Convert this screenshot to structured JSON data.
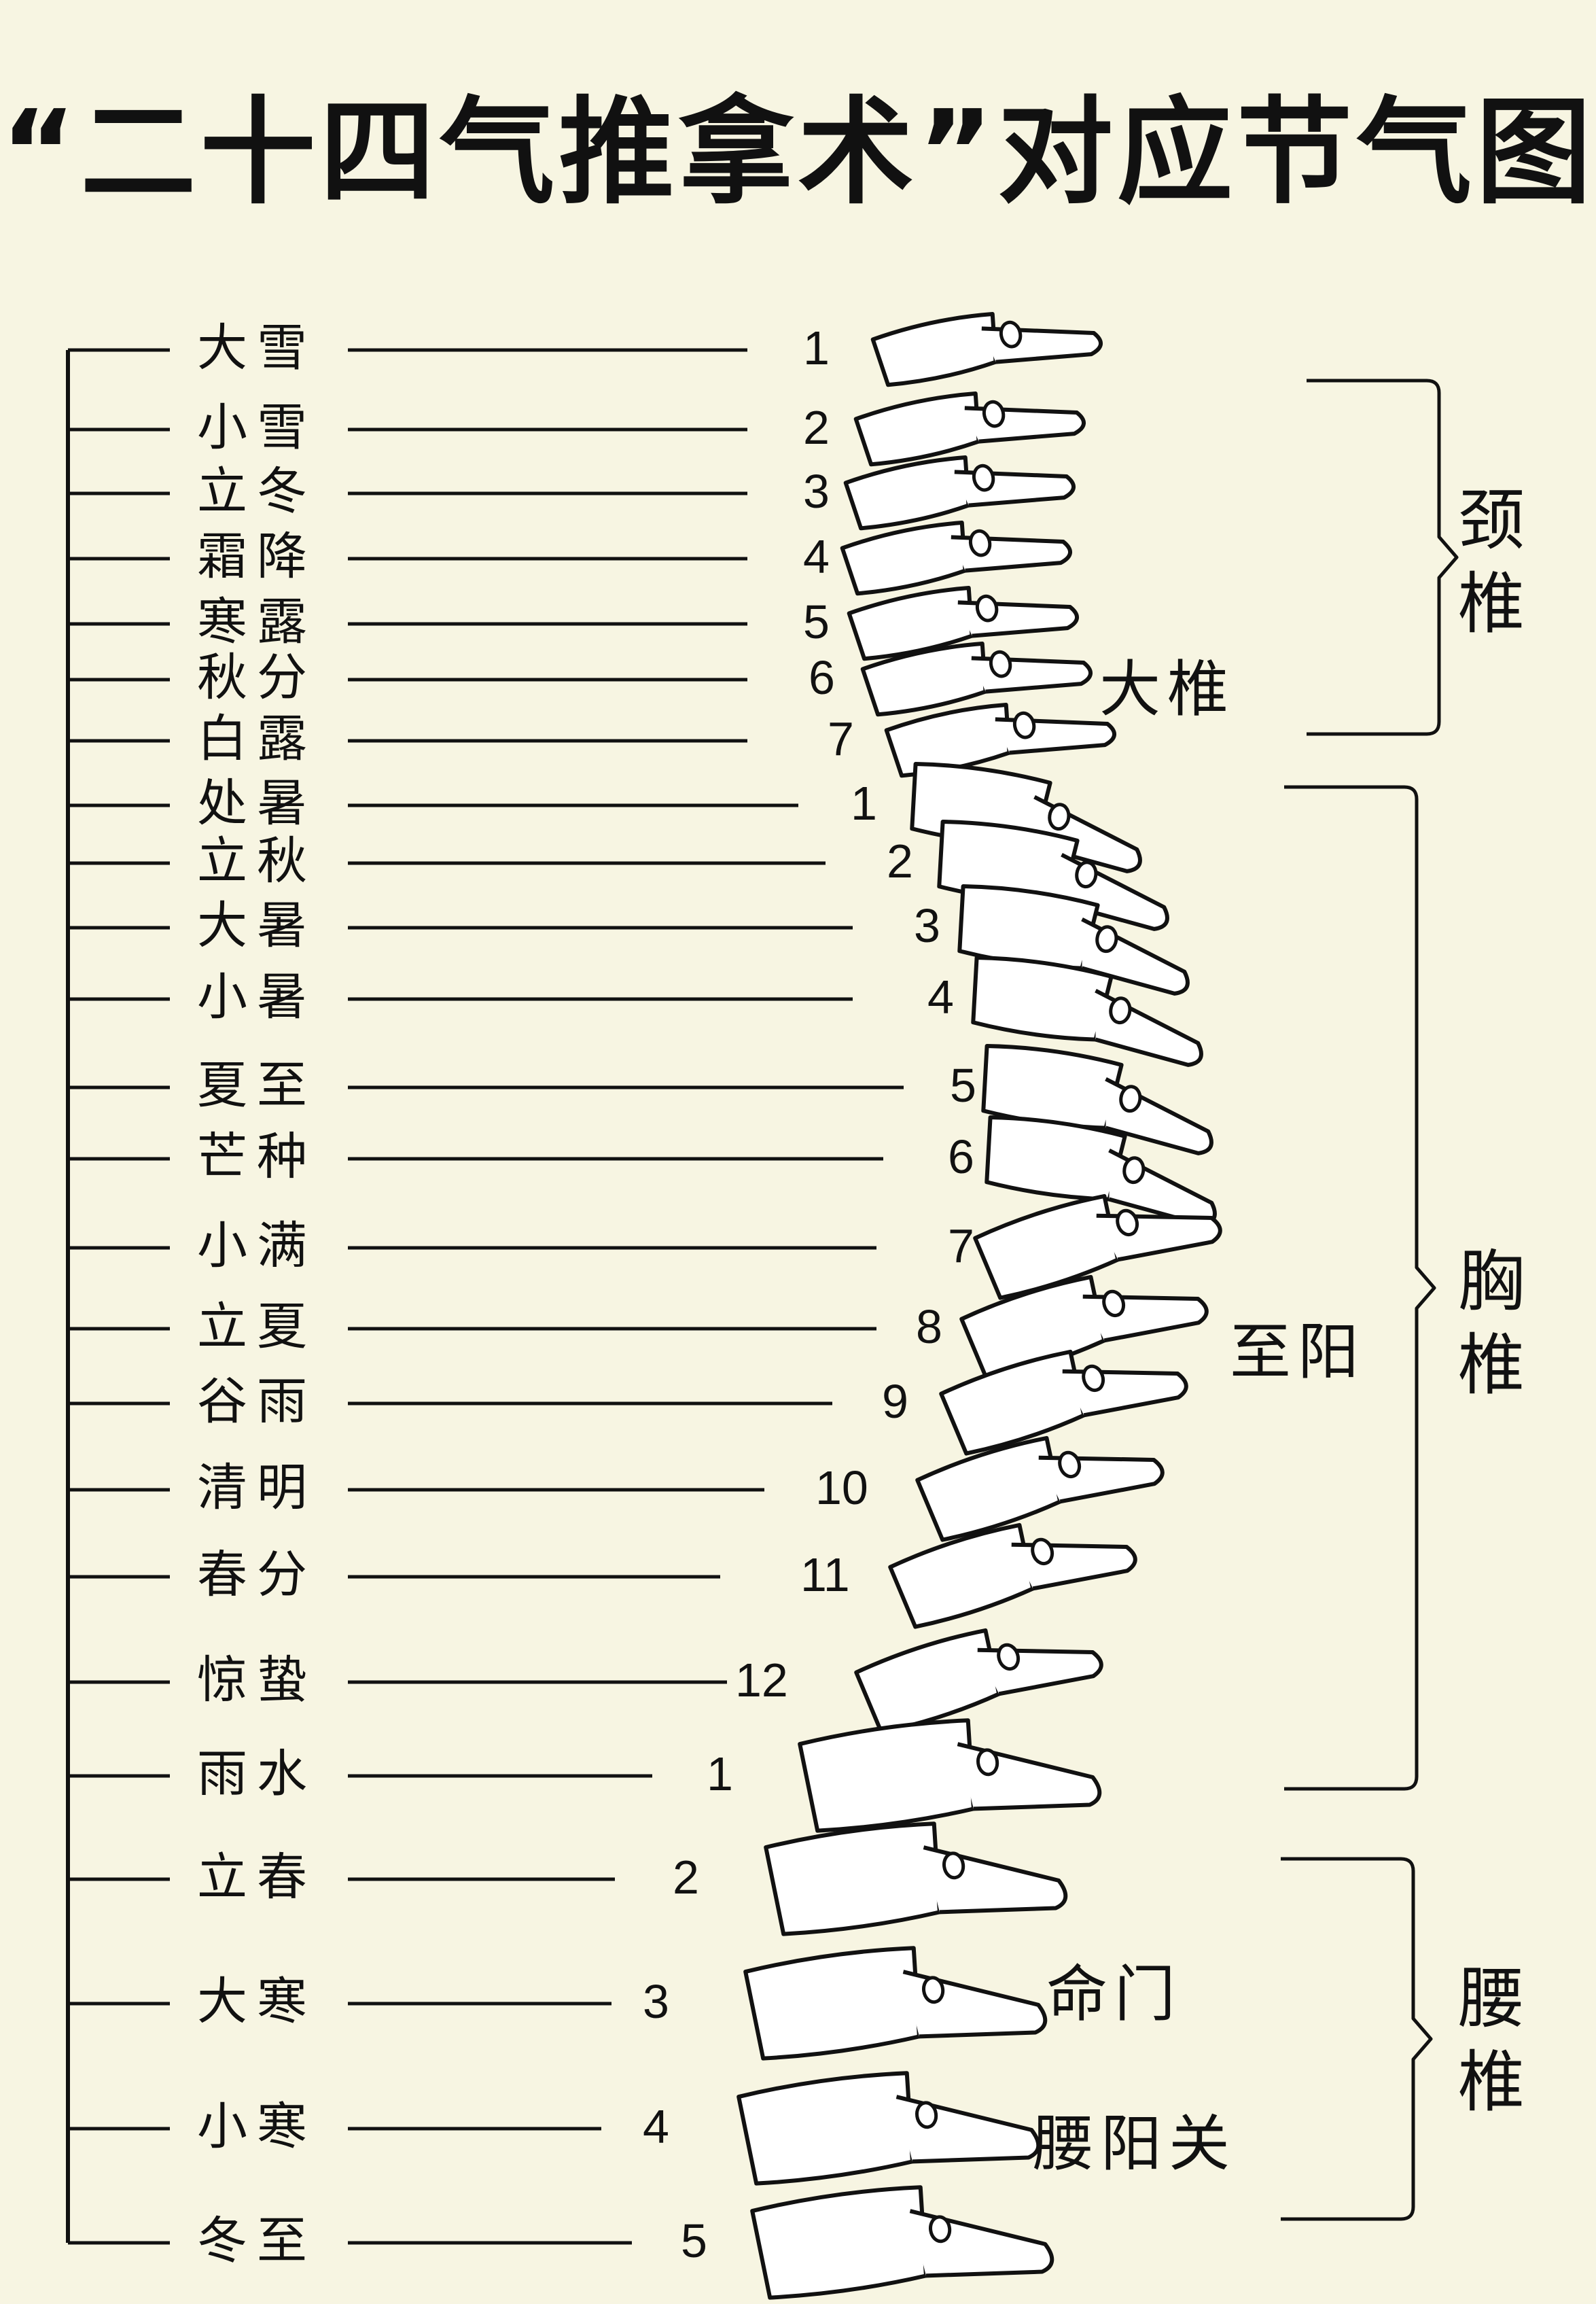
{
  "title": "“二十四气推拿术”对应节气图",
  "solar_terms": [
    "大雪",
    "小雪",
    "立冬",
    "霜降",
    "寒露",
    "秋分",
    "白露",
    "处暑",
    "立秋",
    "大暑",
    "小暑",
    "夏至",
    "芒种",
    "小满",
    "立夏",
    "谷雨",
    "清明",
    "春分",
    "惊蛰",
    "雨水",
    "立春",
    "大寒",
    "小寒",
    "冬至"
  ],
  "vertebra_numbers": [
    "1",
    "2",
    "3",
    "4",
    "5",
    "6",
    "7",
    "1",
    "2",
    "3",
    "4",
    "5",
    "6",
    "7",
    "8",
    "9",
    "10",
    "11",
    "12",
    "1",
    "2",
    "3",
    "4",
    "5"
  ],
  "regions": {
    "cervical": "颈椎",
    "thoracic": "胸椎",
    "lumbar": "腰椎"
  },
  "acupoints": {
    "dazhui": "大椎",
    "zhiyang": "至阳",
    "mingmen": "命门",
    "yaoyangguan": "腰阳关"
  },
  "colors": {
    "background": "#f7f5e2",
    "ink": "#111111"
  }
}
